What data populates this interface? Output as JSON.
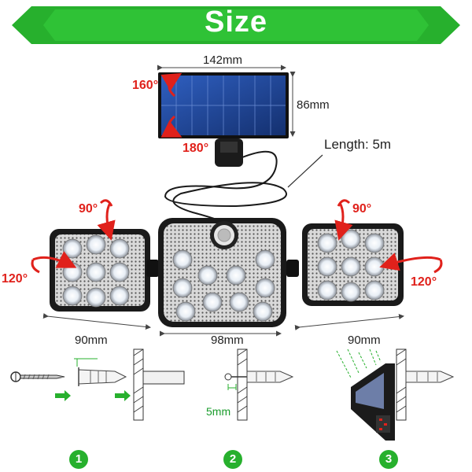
{
  "banner": {
    "title": "Size",
    "color": "#27b02d"
  },
  "panel": {
    "width_label": "142mm",
    "height_label": "86mm",
    "rotate_top": "160°",
    "rotate_bottom": "180°"
  },
  "cable": {
    "label": "Length: 5m"
  },
  "heads": {
    "left": {
      "tilt": "90°",
      "swivel": "120°",
      "width_label": "90mm"
    },
    "center": {
      "width_label": "98mm"
    },
    "right": {
      "tilt": "90°",
      "swivel": "120°",
      "width_label": "90mm"
    }
  },
  "install": {
    "depth_label": "5mm",
    "steps": [
      "1",
      "2",
      "3"
    ]
  },
  "colors": {
    "accent_red": "#e0211b",
    "green": "#27b02d",
    "panel_blue": "#1d3f8f"
  }
}
